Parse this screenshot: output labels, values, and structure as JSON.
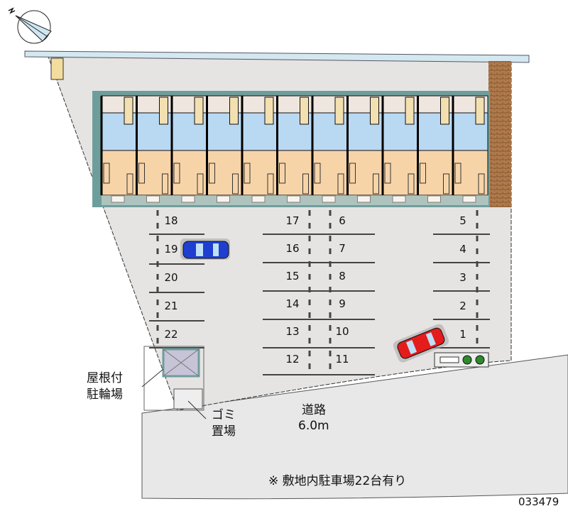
{
  "colors": {
    "lot": "#e6e4e2",
    "road": "#e8e8e8",
    "building_border": "#6e9e9c",
    "entrance": "#efe7df",
    "wet_area": "#b9d8f2",
    "room": "#f7d4a8",
    "wall": "#a8784e",
    "car_blue": "#1f3fd0",
    "car_red": "#e41c1c"
  },
  "icons": {
    "compass": "north-arrow-icon",
    "car1": "blue-car-icon",
    "car2": "red-car-icon",
    "meter": "utility-box-icon"
  },
  "building": {
    "units": 11
  },
  "parking": {
    "left_column": [
      "18",
      "19",
      "20",
      "21",
      "22"
    ],
    "middle_left": [
      "17",
      "16",
      "15",
      "14",
      "13",
      "12"
    ],
    "middle_right": [
      "6",
      "7",
      "8",
      "9",
      "10",
      "11"
    ],
    "right_column": [
      "5",
      "4",
      "3",
      "2",
      "1"
    ]
  },
  "labels": {
    "bike_line1": "屋根付",
    "bike_line2": "駐輪場",
    "garbage_line1": "ゴミ",
    "garbage_line2": "置場",
    "road_line1": "道路",
    "road_line2": "6.0m",
    "note": "※ 敷地内駐車場22台有り",
    "id": "033479"
  }
}
